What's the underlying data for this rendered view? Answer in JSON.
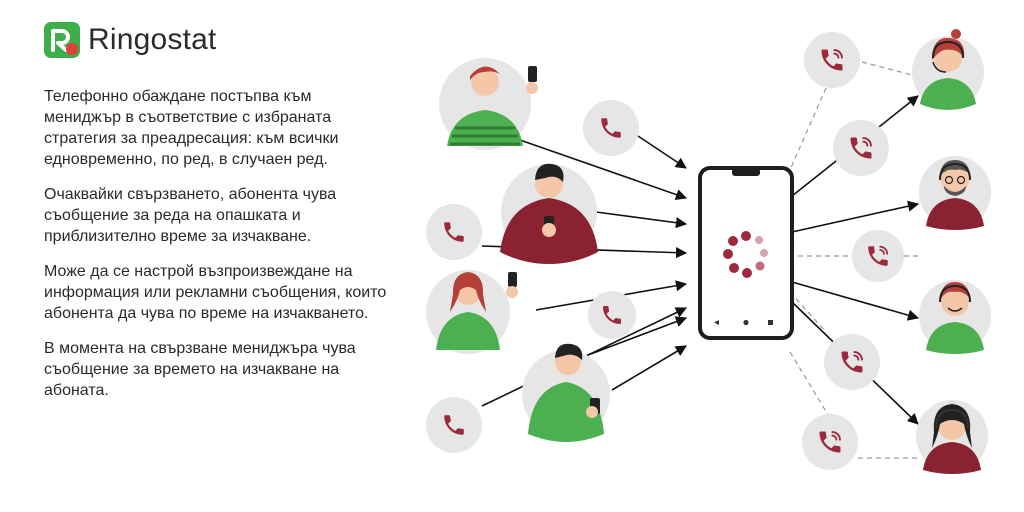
{
  "brand": {
    "name": "Ringostat"
  },
  "paragraphs": [
    "Телефонно обаждане постъпва към мениджър в съответствие с избраната стратегия за преадресация: към всички едновременно, по ред, в случаен ред.",
    "Очаквайки свързването, абонента чува съобщение за реда на опашката и приблизително време за изчакване.",
    "Може да се настрой възпроизвеждане на информация или рекламни съобщения, които абонента да чува по време на изчакването.",
    "В момента на свързване мениджъра чува съобщение за времето на изчакване на абоната."
  ],
  "colors": {
    "accent": "#9b2a3c",
    "shirt_green": "#4caf50",
    "shirt_maroon": "#8b2232",
    "circle_bg": "#e6e6e6",
    "logo_green": "#3dae49",
    "logo_red": "#e2403a"
  },
  "icons": {
    "incoming_call": "phone-icon",
    "ringing_call": "phone-ringing-icon",
    "loading": "loading-spinner-icon"
  }
}
